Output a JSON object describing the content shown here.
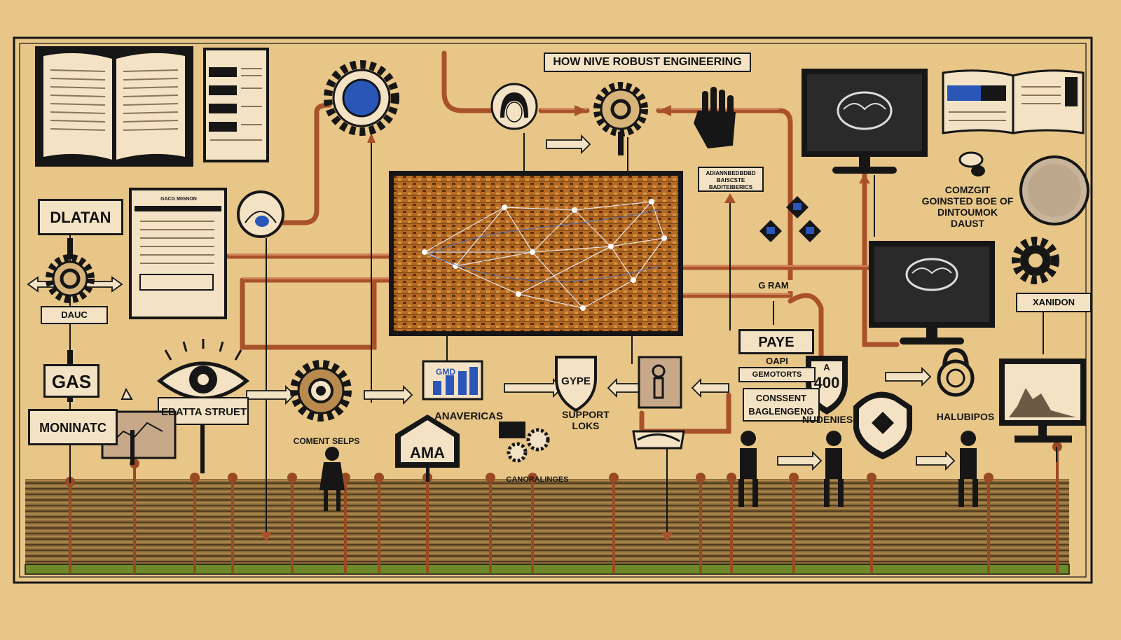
{
  "diagram": {
    "title": "HOW NIVE ROBUST ENGINEERING",
    "labels": {
      "dlatan": "DLATAN",
      "dauc": "DAUC",
      "gas": "GAS",
      "moninatc": "MONINATC",
      "ebatta": "EBATTA STRUET",
      "coment": "COMENT SELPS",
      "ama": "AMA",
      "canoralinges": "CANORALINGES",
      "anavericas": "ANAVERICAS",
      "gmd": "GMD",
      "gype": "GYPE",
      "support": "SUPPORT\nLOKS",
      "badge_top": "ADIANNBEDBDBD\nBAISCSTE\nBADITEIBERICS",
      "doc_header": "GACG MIGNON",
      "comzgit": "COMZGIT\nGOINSTED BOE OF\nDINTOUMOK\nDAUST",
      "gram": "G RAM",
      "paye": "PAYE",
      "oapi": "OAPI",
      "gemotorts": "GEMOTORTS",
      "consent": "CONSSENT\nBAGLENGENG",
      "shield_a": "A",
      "shield_400": "400",
      "nudenies": "NUDENIES",
      "halubipos": "HALUBIPOS",
      "xanidon": "XANIDON"
    },
    "colors": {
      "background": "#e8c688",
      "ink": "#161616",
      "pipe": "#a8512a",
      "board": "#b86a22",
      "paper": "#f3e2c4",
      "accent_blue": "#2a56b8"
    },
    "icons": [
      "open-book-icon",
      "document-icon",
      "monitor-brain-icon",
      "brochure-icon",
      "gear-icon",
      "eye-icon",
      "face-icon",
      "hand-icon",
      "gauge-icon",
      "person-icon",
      "shield-icon",
      "lock-icon",
      "arrow-icon",
      "disc-icon"
    ]
  }
}
